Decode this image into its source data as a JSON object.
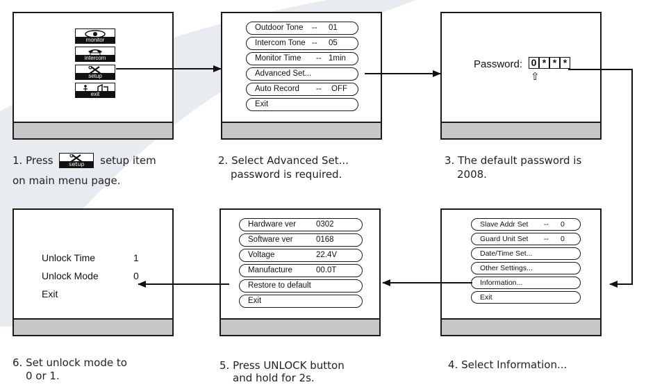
{
  "main_menu_icons": [
    {
      "name": "monitor",
      "label": "monitor"
    },
    {
      "name": "intercom",
      "label": "intercom"
    },
    {
      "name": "setup",
      "label": "setup"
    },
    {
      "name": "exit",
      "label": "exit"
    }
  ],
  "screen2_items": [
    {
      "label": "Outdoor Tone",
      "sep": "--",
      "value": "01"
    },
    {
      "label": "Intercom Tone",
      "sep": "--",
      "value": "05"
    },
    {
      "label": "Monitor Time",
      "sep": "--",
      "value": "1min"
    },
    {
      "label": "Advanced Set...",
      "sep": "",
      "value": ""
    },
    {
      "label": "Auto Record",
      "sep": "--",
      "value": "OFF"
    },
    {
      "label": "Exit",
      "sep": "",
      "value": ""
    }
  ],
  "password": {
    "label": "Password:",
    "digits": [
      "0",
      "*",
      "*",
      "*"
    ],
    "cursor_glyph": "⇧"
  },
  "screen4_items": [
    {
      "label": "Slave Addr Set",
      "sep": "--",
      "value": "0"
    },
    {
      "label": "Guard Unit Set",
      "sep": "--",
      "value": "0"
    },
    {
      "label": "Date/Time Set...",
      "sep": "",
      "value": ""
    },
    {
      "label": "Other Settings...",
      "sep": "",
      "value": ""
    },
    {
      "label": "Information...",
      "sep": "",
      "value": ""
    },
    {
      "label": "Exit",
      "sep": "",
      "value": ""
    }
  ],
  "screen5_items": [
    {
      "label": "Hardware ver",
      "value": "0302"
    },
    {
      "label": "Software ver",
      "value": "0168"
    },
    {
      "label": "Voltage",
      "value": "22.4V"
    },
    {
      "label": "Manufacture",
      "value": "00.0T"
    },
    {
      "label": "Restore to default",
      "value": ""
    },
    {
      "label": "Exit",
      "value": ""
    }
  ],
  "screen6_items": [
    {
      "label": "Unlock Time",
      "value": "1"
    },
    {
      "label": "Unlock Mode",
      "value": "0"
    },
    {
      "label": "Exit",
      "value": ""
    }
  ],
  "captions": {
    "step1_pre": "1. Press",
    "step1_post": "setup item",
    "step1_line2": "on main menu page.",
    "step1_icon_label": "setup",
    "step2_line1": "2. Select Advanced Set...",
    "step2_line2": "password is required.",
    "step3_line1": "3. The default password is",
    "step3_line2": "2008.",
    "step4_line1": "4. Select Information...",
    "step5_line1": "5. Press UNLOCK button",
    "step5_line2": "and hold for 2s.",
    "step6_line1": "6. Set unlock mode to",
    "step6_line2": "0 or 1."
  },
  "colors": {
    "screen_frame": "#1a1a1a",
    "screen_bottom": "#c8c8c8",
    "background_stripe": "#e6eaf0"
  }
}
